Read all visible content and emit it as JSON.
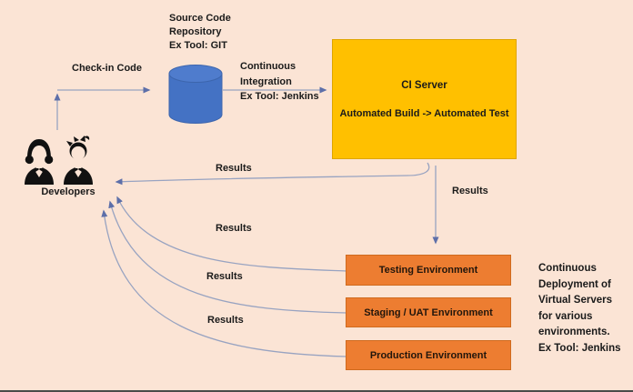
{
  "diagram": {
    "title_implicit": "CI/CD pipeline diagram",
    "repo_label": "Source Code\nRepository\nEx Tool: GIT",
    "checkin_label": "Check-in Code",
    "ci_flow_label": "Continuous\nIntegration\nEx Tool: Jenkins",
    "ci_server": {
      "title": "CI Server",
      "subtitle": "Automated Build -> Automated Test"
    },
    "developers_label": "Developers",
    "environments": [
      {
        "label": "Testing Environment"
      },
      {
        "label": "Staging / UAT Environment"
      },
      {
        "label": "Production Environment"
      }
    ],
    "cd_note": "Continuous\nDeployment of\nVirtual Servers\nfor various\nenvironments.\nEx Tool: Jenkins",
    "results_labels": {
      "to_developers_top": "Results",
      "ci_to_testing": "Results",
      "from_testing": "Results",
      "from_staging": "Results",
      "from_production": "Results"
    },
    "icons": {
      "repository": "database-cylinder-icon",
      "developer_female": "female-developer-icon",
      "developer_male": "male-developer-icon"
    },
    "colors": {
      "background": "#fbe4d5",
      "ci_server_fill": "#ffc000",
      "environment_fill": "#ed7d31",
      "repository_fill": "#4472c4",
      "connector_stroke": "#98a3c1",
      "arrowhead": "#5d6fa9",
      "text": "#1a1a1a"
    }
  }
}
